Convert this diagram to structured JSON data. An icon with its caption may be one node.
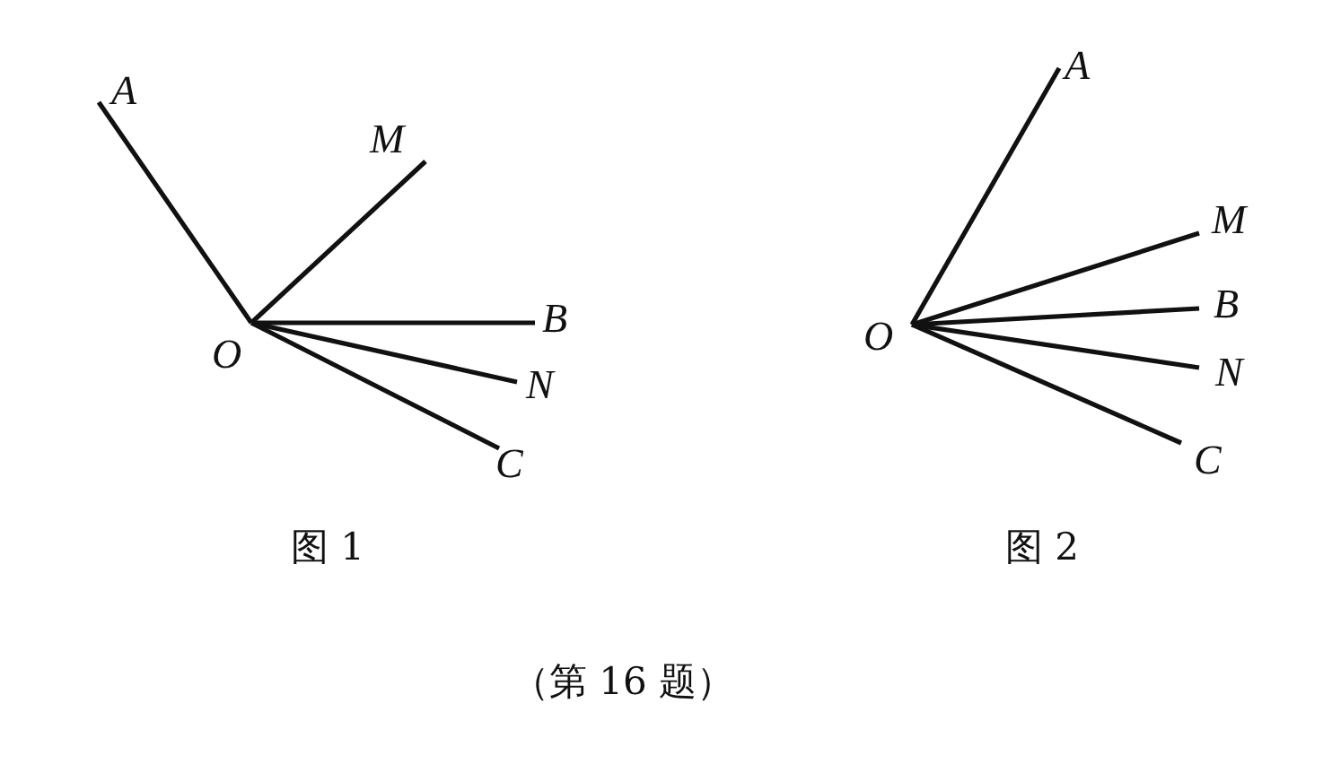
{
  "diagram": {
    "nodes": [
      {
        "text": [
          "A"
        ]
      },
      {
        "text": [
          "M"
        ]
      },
      {
        "text": [
          "O"
        ]
      },
      {
        "text": [
          "B"
        ]
      },
      {
        "text": [
          "N"
        ]
      },
      {
        "text": [
          "C"
        ]
      },
      {
        "text": [
          "A"
        ]
      },
      {
        "text": [
          "M"
        ]
      },
      {
        "text": [
          "O"
        ]
      },
      {
        "text": [
          "B"
        ]
      },
      {
        "text": [
          "N"
        ]
      },
      {
        "text": [
          "C"
        ]
      }
    ],
    "edges": [
      {
        "from": 2,
        "to": 0,
        "arrow": "none"
      },
      {
        "from": 2,
        "to": 1,
        "arrow": "none"
      },
      {
        "from": 2,
        "to": 3,
        "arrow": "none"
      },
      {
        "from": 2,
        "to": 4,
        "arrow": "none"
      },
      {
        "from": 2,
        "to": 5,
        "arrow": "none"
      },
      {
        "from": 8,
        "to": 6,
        "arrow": "none"
      },
      {
        "from": 8,
        "to": 7,
        "arrow": "none"
      },
      {
        "from": 8,
        "to": 9,
        "arrow": "none"
      },
      {
        "from": 8,
        "to": 10,
        "arrow": "none"
      },
      {
        "from": 8,
        "to": 11,
        "arrow": "none"
      }
    ],
    "labels": [
      "图 1",
      "图 2",
      "（第 16 题）"
    ]
  }
}
